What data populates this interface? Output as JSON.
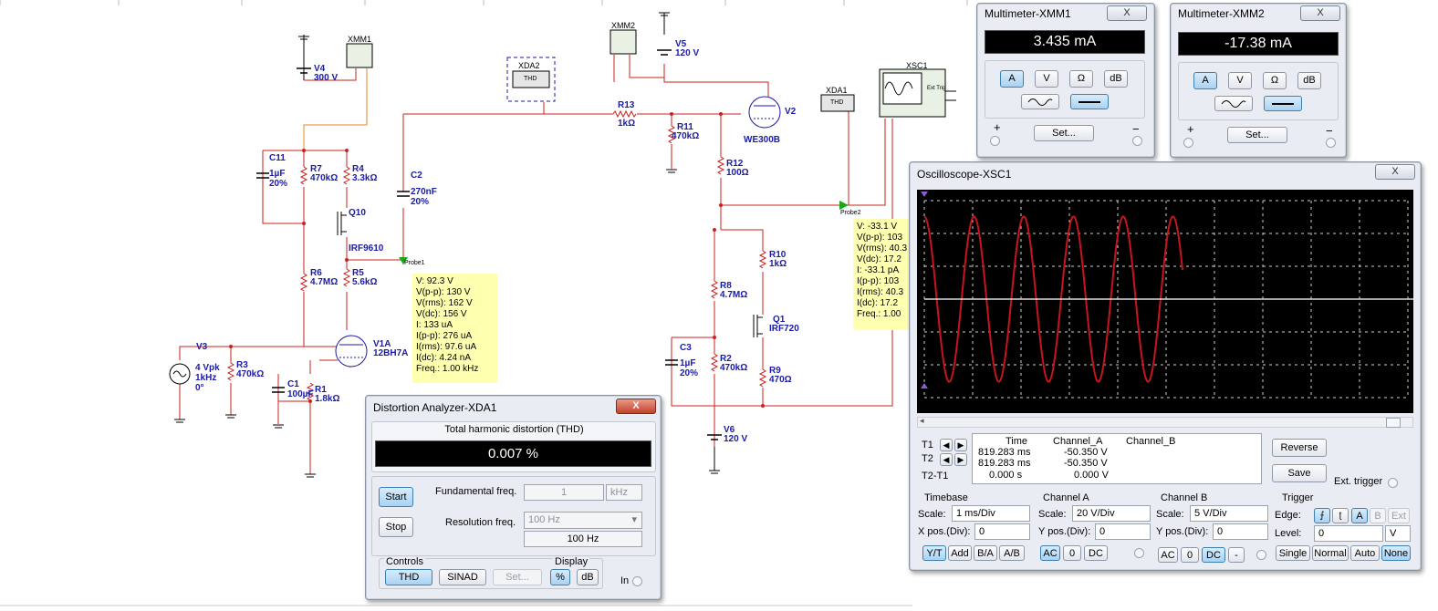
{
  "schematic": {
    "components": {
      "xmm1_sym": "XMM1",
      "xmm2_sym": "XMM2",
      "xda2_sym": "XDA2",
      "xda1_sym": "XDA1",
      "xsc1_sym": "XSC1",
      "thd_box": "THD",
      "ext_trig": "Ext Trig",
      "v4": "V4",
      "v4_val": "300 V",
      "v5": "V5",
      "v5_val": "120 V",
      "v6": "V6",
      "v6_val": "120 V",
      "v3": "V3",
      "v3_val1": "4 Vpk",
      "v3_val2": "1kHz",
      "v3_val3": "0°",
      "c11": "C11",
      "c11_val1": "1µF",
      "c11_val2": "20%",
      "r7": "R7",
      "r7_val": "470kΩ",
      "r4": "R4",
      "r4_val": "3.3kΩ",
      "c2": "C2",
      "c2_val1": "270nF",
      "c2_val2": "20%",
      "q10": "Q10",
      "q10_val": "IRF9610",
      "r6": "R6",
      "r6_val": "4.7MΩ",
      "r5": "R5",
      "r5_val": "5.6kΩ",
      "v1a": "V1A",
      "v1a_val": "12BH7A",
      "r3": "R3",
      "r3_val": "470kΩ",
      "c1": "C1",
      "c1_val": "100µF",
      "r1": "R1",
      "r1_val": "1.8kΩ",
      "r13": "R13",
      "r13_val": "1kΩ",
      "r11": "R11",
      "r11_val": "470kΩ",
      "v2": "V2",
      "v2_val": "WE300B",
      "r12": "R12",
      "r12_val": "100Ω",
      "r10": "R10",
      "r10_val": "1kΩ",
      "r8": "R8",
      "r8_val": "4.7MΩ",
      "q1": "Q1",
      "q1_val": "IRF720",
      "c3": "C3",
      "c3_val1": "1µF",
      "c3_val2": "20%",
      "r2": "R2",
      "r2_val": "470kΩ",
      "r9": "R9",
      "r9_val": "470Ω",
      "probe1": "Probe1",
      "probe2": "Probe2"
    },
    "probe1_tip": [
      "V: 92.3 V",
      "V(p-p): 130 V",
      "V(rms): 162 V",
      "V(dc): 156 V",
      "I: 133 uA",
      "I(p-p): 276 uA",
      "I(rms): 97.6 uA",
      "I(dc): 4.24 nA",
      "Freq.: 1.00 kHz"
    ],
    "probe2_tip": [
      "V: -33.1 V",
      "V(p-p): 103",
      "V(rms): 40.3",
      "V(dc): 17.2",
      "I: -33.1 pA",
      "I(p-p): 103",
      "I(rms): 40.3",
      "I(dc): 17.2",
      "Freq.: 1.00"
    ]
  },
  "multimeter1": {
    "title": "Multimeter-XMM1",
    "close": "X",
    "reading": "3.435 mA",
    "mode_a": "A",
    "mode_v": "V",
    "mode_ohm": "Ω",
    "mode_db": "dB",
    "set_label": "Set...",
    "plus": "+",
    "minus": "−"
  },
  "multimeter2": {
    "title": "Multimeter-XMM2",
    "close": "X",
    "reading": "-17.38 mA",
    "mode_a": "A",
    "mode_v": "V",
    "mode_ohm": "Ω",
    "mode_db": "dB",
    "set_label": "Set...",
    "plus": "+",
    "minus": "−"
  },
  "distortion": {
    "title": "Distortion Analyzer-XDA1",
    "close": "X",
    "heading": "Total harmonic distortion (THD)",
    "reading": "0.007 %",
    "start": "Start",
    "stop": "Stop",
    "fund_label": "Fundamental freq.",
    "fund_value": "1",
    "fund_unit": "kHz",
    "res_label": "Resolution freq.",
    "res_select": "100 Hz",
    "res_value": "100 Hz",
    "controls_label": "Controls",
    "thd_btn": "THD",
    "sinad_btn": "SINAD",
    "set_btn": "Set...",
    "display_label": "Display",
    "pct_btn": "%",
    "db_btn": "dB",
    "in_label": "In"
  },
  "oscilloscope": {
    "title": "Oscilloscope-XSC1",
    "close": "X",
    "cursor_head": {
      "time": "Time",
      "cha": "Channel_A",
      "chb": "Channel_B"
    },
    "t1": {
      "label": "T1",
      "time": "819.283 ms",
      "cha": "-50.350 V"
    },
    "t2": {
      "label": "T2",
      "time": "819.283 ms",
      "cha": "-50.350 V"
    },
    "t21": {
      "label": "T2-T1",
      "time": "0.000 s",
      "cha": "0.000 V"
    },
    "reverse": "Reverse",
    "save": "Save",
    "ext_trigger": "Ext. trigger",
    "timebase": {
      "label": "Timebase",
      "scale_label": "Scale:",
      "scale": "1 ms/Div",
      "xpos_label": "X pos.(Div):",
      "xpos": "0",
      "yt": "Y/T",
      "add": "Add",
      "ba": "B/A",
      "ab": "A/B"
    },
    "chA": {
      "label": "Channel A",
      "scale_label": "Scale:",
      "scale": "20  V/Div",
      "ypos_label": "Y pos.(Div):",
      "ypos": "0",
      "ac": "AC",
      "zero": "0",
      "dc": "DC"
    },
    "chB": {
      "label": "Channel B",
      "scale_label": "Scale:",
      "scale": "5  V/Div",
      "ypos_label": "Y pos.(Div):",
      "ypos": "0",
      "ac": "AC",
      "zero": "0",
      "dc": "DC",
      "minus": "-"
    },
    "trigger": {
      "label": "Trigger",
      "edge_label": "Edge:",
      "level_label": "Level:",
      "level": "0",
      "level_unit": "V",
      "a": "A",
      "b": "B",
      "ext": "Ext",
      "single": "Single",
      "normal": "Normal",
      "auto": "Auto",
      "none": "None"
    },
    "trace": {
      "color": "#c8141e",
      "amplitude_v": 50.35,
      "frequency_khz": 1.0,
      "cycles_shown": 5.2
    }
  },
  "colors": {
    "wire": "#cc1f1f",
    "wire_orange": "#e08a1e",
    "label": "#1a1aa8",
    "probe": "#1aa81a",
    "tooltip": "#ffffb0"
  }
}
